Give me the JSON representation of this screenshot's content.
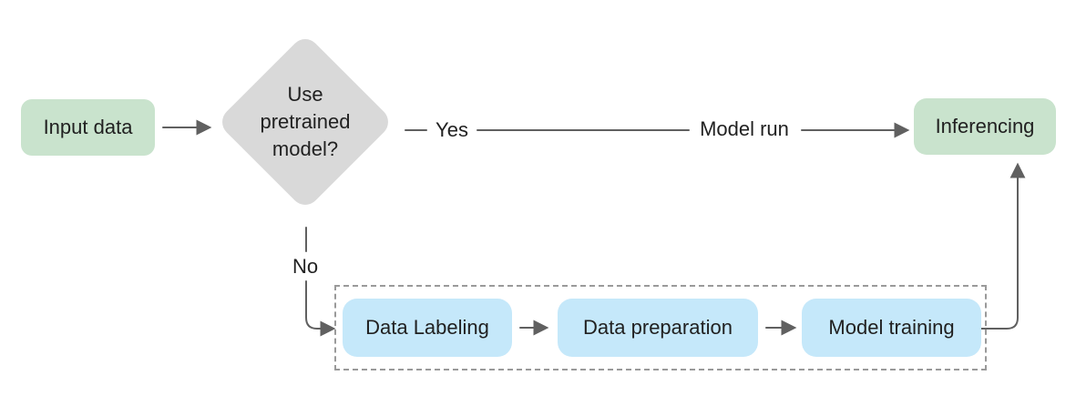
{
  "diagram": {
    "type": "flowchart",
    "nodes": {
      "input": {
        "label": "Input data",
        "shape": "rounded-rect",
        "color": "#c9e3cd"
      },
      "decision": {
        "label": "Use pretrained model?",
        "shape": "diamond",
        "color": "#d9d9d9"
      },
      "inferencing": {
        "label": "Inferencing",
        "shape": "rounded-rect",
        "color": "#c9e3cd"
      },
      "data_labeling": {
        "label": "Data Labeling",
        "shape": "rounded-rect",
        "color": "#c5e8fa"
      },
      "data_preparation": {
        "label": "Data preparation",
        "shape": "rounded-rect",
        "color": "#c5e8fa"
      },
      "model_training": {
        "label": "Model training",
        "shape": "rounded-rect",
        "color": "#c5e8fa"
      }
    },
    "edges": {
      "yes_label": "Yes",
      "no_label": "No",
      "model_run_label": "Model run",
      "flow": [
        "Input data -> Use pretrained model?",
        "Use pretrained model? -Yes-> Model run -> Inferencing",
        "Use pretrained model? -No-> Data Labeling",
        "Data Labeling -> Data preparation",
        "Data preparation -> Model training",
        "Model training -> Inferencing"
      ]
    },
    "colors": {
      "node_green": "#c9e3cd",
      "node_blue": "#c5e8fa",
      "decision_gray": "#d9d9d9",
      "connector_gray": "#606060",
      "dashed_border_gray": "#9a9a9a",
      "text": "#212121",
      "background": "#ffffff"
    }
  }
}
